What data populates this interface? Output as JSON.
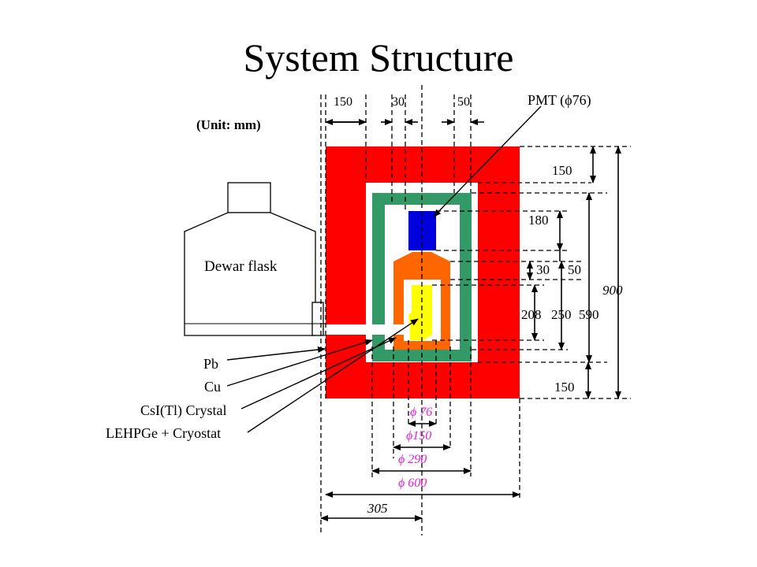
{
  "title": "System Structure",
  "unit_note": "(Unit: mm)",
  "pmt_label": "PMT (ϕ76)",
  "dewar_label": "Dewar flask",
  "materials": {
    "pb": "Pb",
    "cu": "Cu",
    "csi": "CsI(Tl) Crystal",
    "lehpge": "LEHPGe + Cryostat"
  },
  "top_dims": {
    "pb_thickness": "150",
    "gap": "30",
    "side": "50"
  },
  "right_dims": {
    "top_pb": "150",
    "pmt": "180",
    "gap": "30",
    "csi_top": "50",
    "ge": "208",
    "csi_body": "250",
    "inner": "590",
    "total": "900",
    "bottom_pb": "150"
  },
  "bottom_dims": {
    "d76": "ϕ 76",
    "d150": "ϕ150",
    "d290": "ϕ 290",
    "d600": "ϕ 600",
    "half": "305"
  },
  "colors": {
    "lead": "#ff0000",
    "copper": "#339966",
    "pmt": "#0000dd",
    "csi": "#ff6600",
    "germanium": "#ffff00",
    "dim_text": "#e020e0"
  }
}
